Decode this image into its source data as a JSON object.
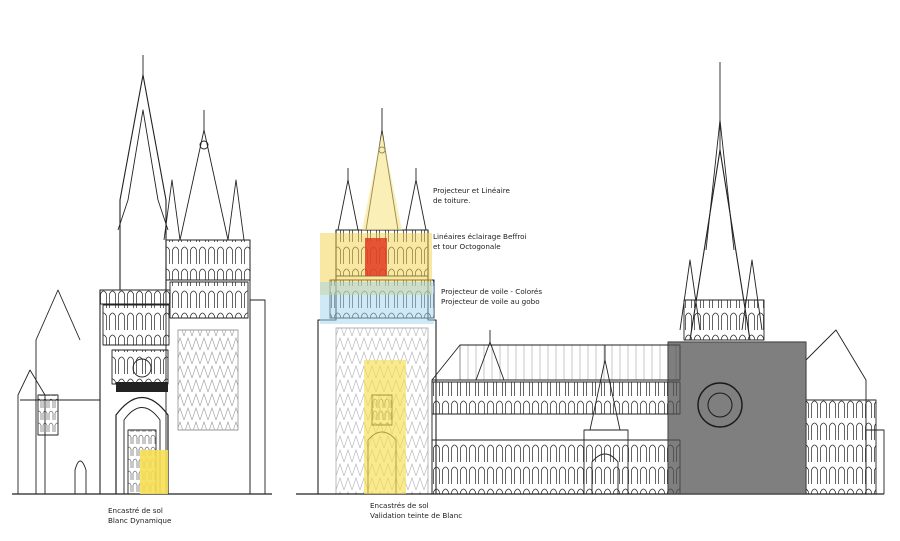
{
  "colors": {
    "ink": "#222222",
    "roof_wash": "#f6e27a",
    "belfry_wash": "#f2d24a",
    "belfry_red": "#e23a22",
    "veil_wash": "#9fd4ee",
    "ground_wash": "#f7df52",
    "facade_wash": "#4d4d4d"
  },
  "labels": {
    "roof": {
      "line1": "Projecteur et Linéaire",
      "line2": "de toiture."
    },
    "belfry": {
      "line1": "Linéaires éclairage Beffroi",
      "line2": "et tour Octogonale"
    },
    "veil": {
      "line1": "Projecteur de voile - Colorés",
      "line2": "Projecteur de voile au gobo"
    },
    "ground_left": {
      "line1": "Encastré de sol",
      "line2": "Blanc Dynamique"
    },
    "ground_center": {
      "line1": "Encastrés de sol",
      "line2": "Validation teinte de Blanc"
    }
  }
}
